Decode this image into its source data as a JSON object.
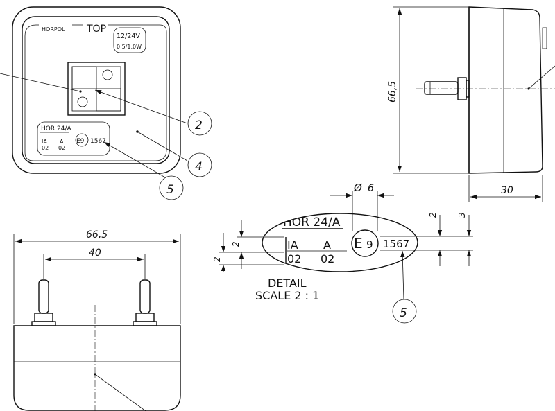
{
  "front_view": {
    "brand": "HORPOL",
    "top_label": "TOP",
    "rating_voltage": "12/24V",
    "rating_power": "0,5/1,0W",
    "approval_code": "HOR 24/A",
    "mark_left_top": "IA",
    "mark_left_bottom": "02",
    "mark_mid_top": "A",
    "mark_mid_bottom": "02",
    "e_mark": "E9",
    "approval_number": "1567"
  },
  "callouts": {
    "c2": "2",
    "c4": "4",
    "c5_front": "5",
    "c5_detail": "5"
  },
  "side_view": {
    "height_dim": "66,5",
    "depth_dim": "30"
  },
  "bottom_view": {
    "width_dim": "66,5",
    "pin_spacing_dim": "40"
  },
  "detail": {
    "code": "HOR 24/A",
    "mark_left_top": "IA",
    "mark_left_bottom": "02",
    "mark_mid_top": "A",
    "mark_mid_bottom": "02",
    "e_letter": "E",
    "e_number": "9",
    "approval_number": "1567",
    "dia_symbol": "Ø",
    "dia_value": "6",
    "dim_left_1": "2",
    "dim_left_2": "2",
    "dim_right_1": "2",
    "dim_right_2": "3",
    "title_line1": "DETAIL",
    "title_line2": "SCALE 2 : 1"
  }
}
